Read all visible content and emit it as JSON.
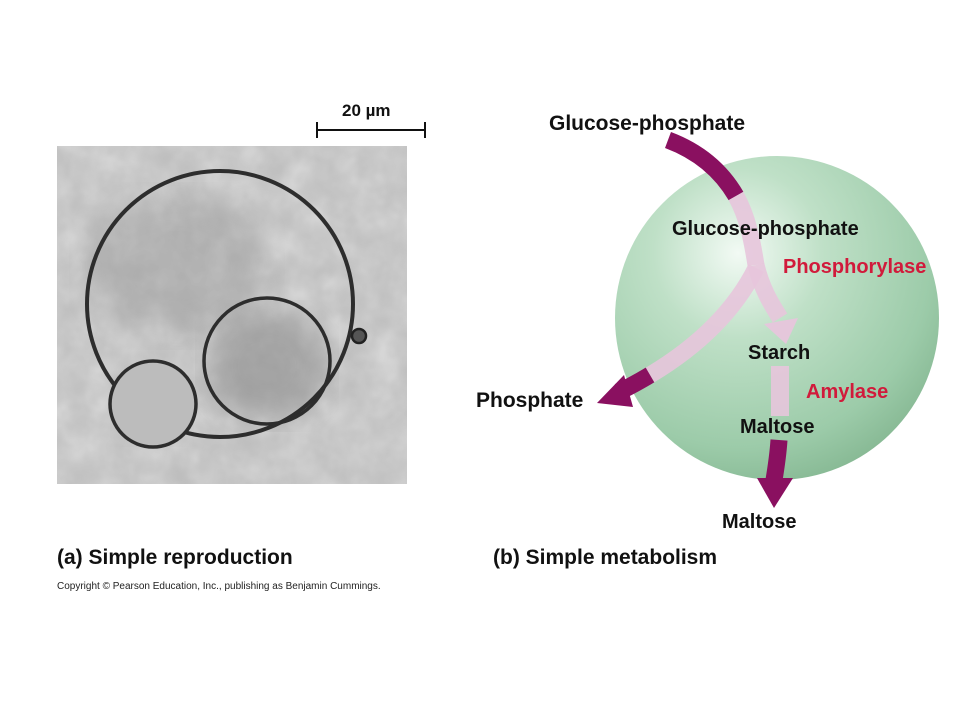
{
  "panel_a": {
    "scale_label": "20 µm",
    "caption": "(a) Simple reproduction"
  },
  "panel_b": {
    "caption": "(b) Simple metabolism",
    "labels": {
      "outer_glucose_phosphate": "Glucose-phosphate",
      "inner_glucose_phosphate": "Glucose-phosphate",
      "phosphorylase": "Phosphorylase",
      "starch": "Starch",
      "amylase": "Amylase",
      "inner_maltose": "Maltose",
      "outer_maltose": "Maltose",
      "phosphate": "Phosphate"
    }
  },
  "copyright": "Copyright © Pearson Education, Inc., publishing as Benjamin Cummings.",
  "colors": {
    "enzyme_text": "#d11a3b",
    "arrow": "#8a1060",
    "arrow_inside": "#e7c5dc",
    "sphere": "#a9d3b5",
    "micrograph_bg": "#bdbdbd"
  }
}
